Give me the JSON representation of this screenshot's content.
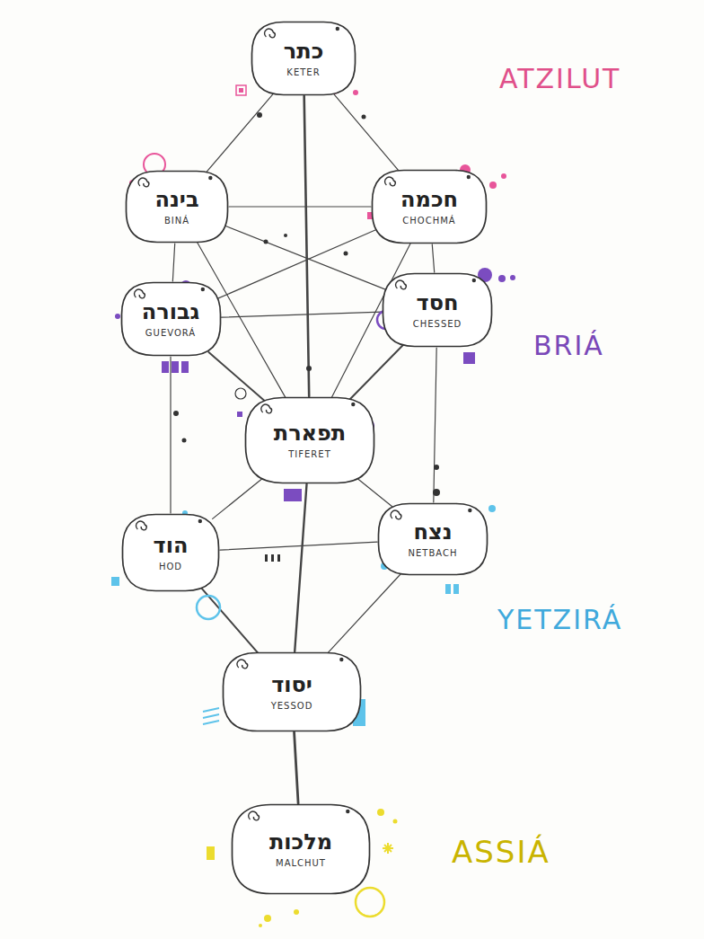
{
  "diagram": {
    "nodes": [
      {
        "text": [
          "כתר",
          "KETER"
        ]
      },
      {
        "text": [
          "בינה",
          "BINÁ"
        ]
      },
      {
        "text": [
          "חכמה",
          "CHOCHMÁ"
        ]
      },
      {
        "text": [
          "גבורה",
          "GUEVORÁ"
        ]
      },
      {
        "text": [
          "חסד",
          "CHESSED"
        ]
      },
      {
        "text": [
          "תפארת",
          "TIFERET"
        ]
      },
      {
        "text": [
          "הוד",
          "HOD"
        ]
      },
      {
        "text": [
          "נצח",
          "NETBACH"
        ]
      },
      {
        "text": [
          "יסוד",
          "YESSOD"
        ]
      },
      {
        "text": [
          "מלכות",
          "MALCHUT"
        ]
      }
    ],
    "edges": [
      {
        "from": 0,
        "to": 1,
        "arrow": "none"
      },
      {
        "from": 0,
        "to": 2,
        "arrow": "none"
      },
      {
        "from": 0,
        "to": 5,
        "arrow": "none"
      },
      {
        "from": 1,
        "to": 2,
        "arrow": "none"
      },
      {
        "from": 1,
        "to": 3,
        "arrow": "none"
      },
      {
        "from": 2,
        "to": 4,
        "arrow": "none"
      },
      {
        "from": 1,
        "to": 5,
        "arrow": "none"
      },
      {
        "from": 2,
        "to": 5,
        "arrow": "none"
      },
      {
        "from": 1,
        "to": 4,
        "arrow": "none"
      },
      {
        "from": 2,
        "to": 3,
        "arrow": "none"
      },
      {
        "from": 3,
        "to": 4,
        "arrow": "none"
      },
      {
        "from": 3,
        "to": 5,
        "arrow": "none"
      },
      {
        "from": 4,
        "to": 5,
        "arrow": "none"
      },
      {
        "from": 3,
        "to": 6,
        "arrow": "none"
      },
      {
        "from": 4,
        "to": 7,
        "arrow": "none"
      },
      {
        "from": 5,
        "to": 6,
        "arrow": "none"
      },
      {
        "from": 5,
        "to": 7,
        "arrow": "none"
      },
      {
        "from": 5,
        "to": 8,
        "arrow": "none"
      },
      {
        "from": 6,
        "to": 7,
        "arrow": "none"
      },
      {
        "from": 6,
        "to": 8,
        "arrow": "none"
      },
      {
        "from": 7,
        "to": 8,
        "arrow": "none"
      },
      {
        "from": 8,
        "to": 9,
        "arrow": "none"
      }
    ],
    "labels": [
      "ATZILUT",
      "BRIÁ",
      "YETZIRÁ",
      "ASSIÁ"
    ]
  }
}
